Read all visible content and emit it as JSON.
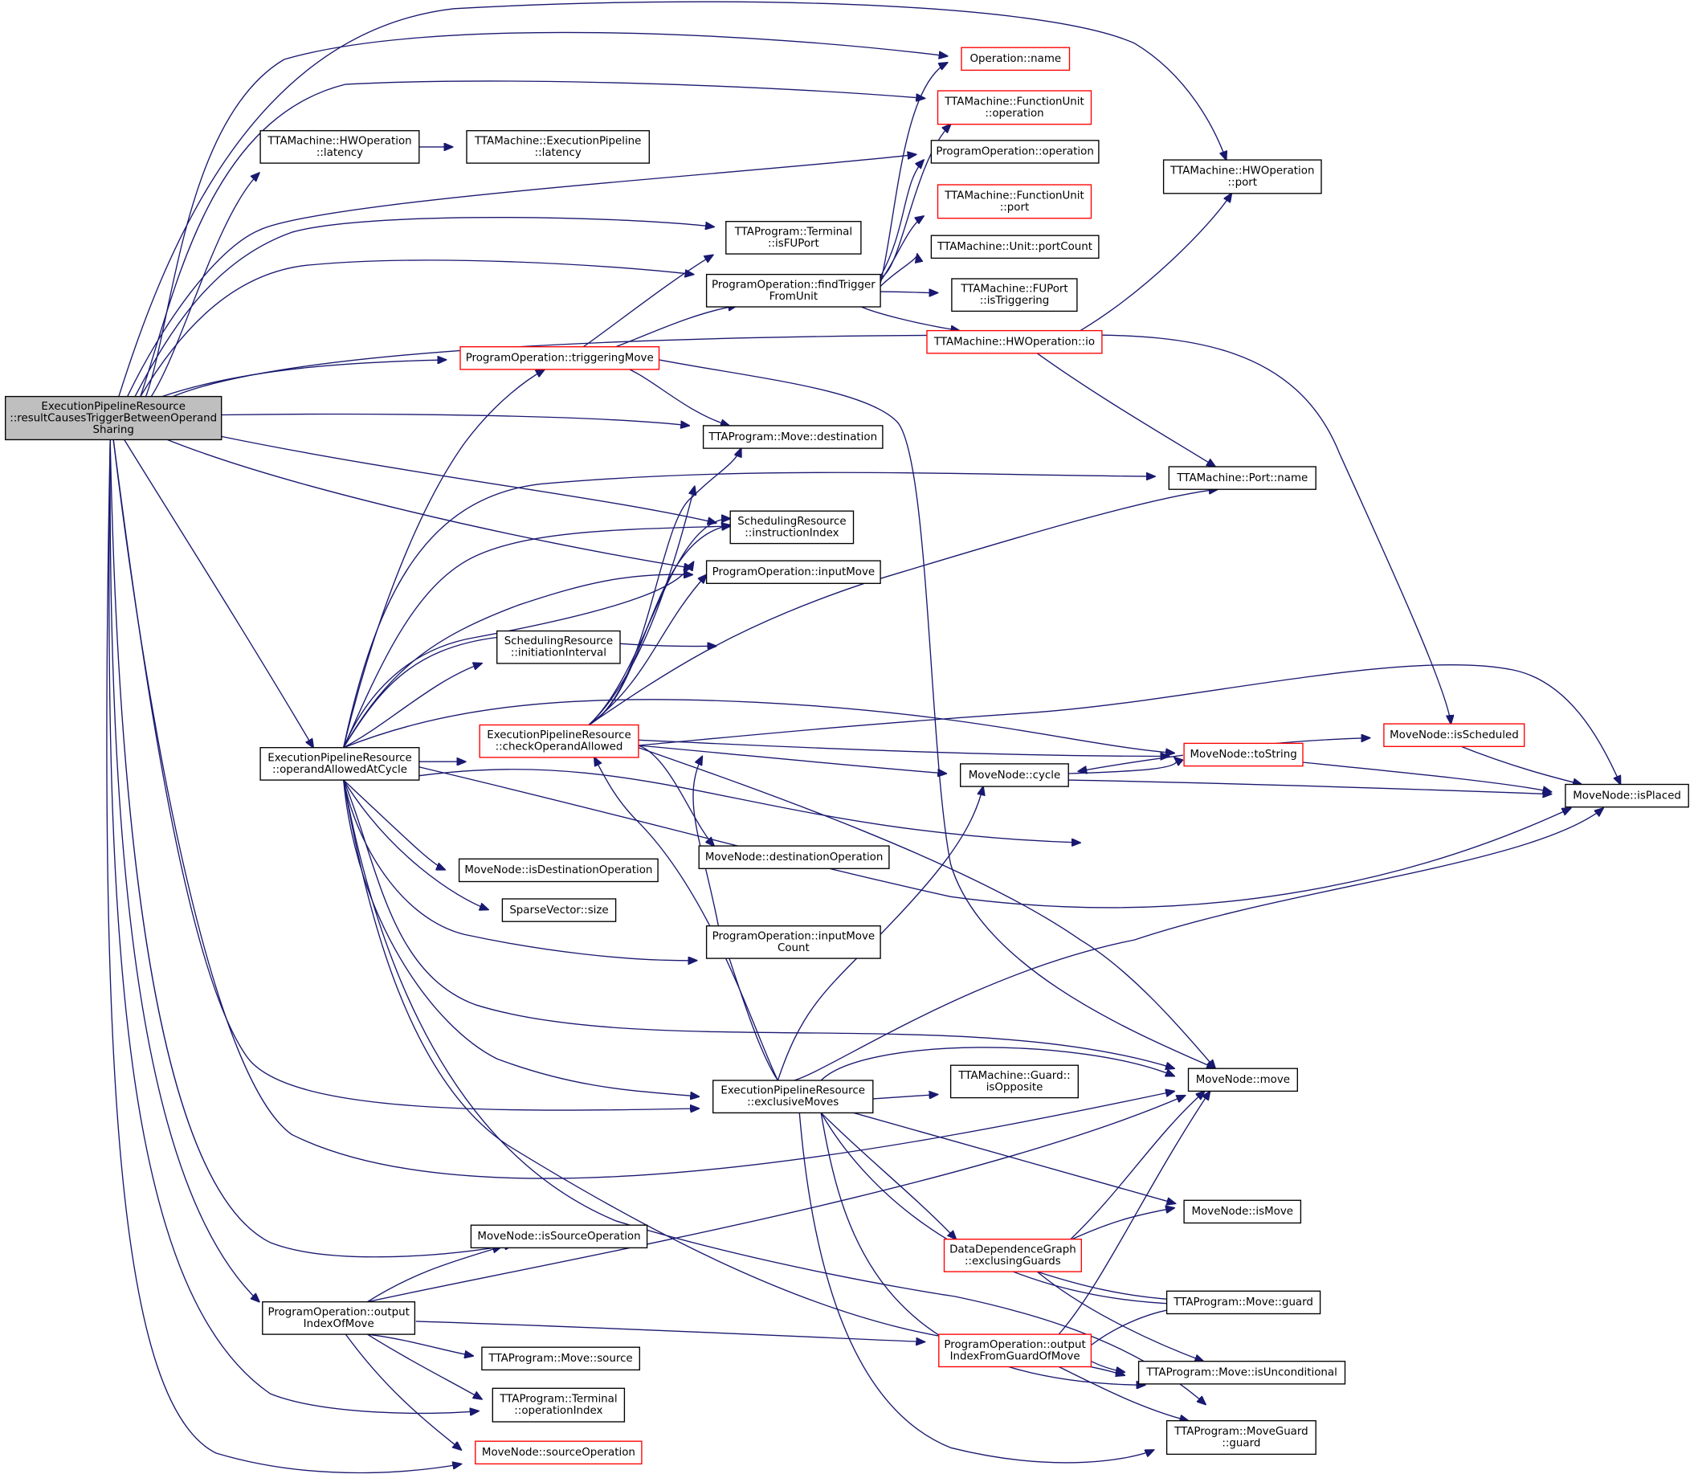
{
  "diagram": {
    "type": "call-graph",
    "colors": {
      "edge": "#191970",
      "node_border": "#000000",
      "truncated_border": "#ff0000",
      "root_fill": "#bfbfbf",
      "background": "#ffffff"
    },
    "nodes": [
      {
        "id": "root",
        "lines": [
          "ExecutionPipelineResource",
          "::resultCausesTriggerBetweenOperand",
          "Sharing"
        ],
        "kind": "root"
      },
      {
        "id": "op_name",
        "lines": [
          "Operation::name"
        ],
        "kind": "truncated"
      },
      {
        "id": "fu_operation",
        "lines": [
          "TTAMachine::FunctionUnit",
          "::operation"
        ],
        "kind": "truncated"
      },
      {
        "id": "hwop_latency",
        "lines": [
          "TTAMachine::HWOperation",
          "::latency"
        ],
        "kind": "normal"
      },
      {
        "id": "ep_latency",
        "lines": [
          "TTAMachine::ExecutionPipeline",
          "::latency"
        ],
        "kind": "normal"
      },
      {
        "id": "po_operation",
        "lines": [
          "ProgramOperation::operation"
        ],
        "kind": "normal"
      },
      {
        "id": "hwop_port",
        "lines": [
          "TTAMachine::HWOperation",
          "::port"
        ],
        "kind": "normal"
      },
      {
        "id": "fu_port",
        "lines": [
          "TTAMachine::FunctionUnit",
          "::port"
        ],
        "kind": "truncated"
      },
      {
        "id": "term_isfuport",
        "lines": [
          "TTAProgram::Terminal",
          "::isFUPort"
        ],
        "kind": "normal"
      },
      {
        "id": "unit_portcount",
        "lines": [
          "TTAMachine::Unit::portCount"
        ],
        "kind": "normal"
      },
      {
        "id": "po_findtrigger",
        "lines": [
          "ProgramOperation::findTrigger",
          "FromUnit"
        ],
        "kind": "normal"
      },
      {
        "id": "fuport_istrig",
        "lines": [
          "TTAMachine::FUPort",
          "::isTriggering"
        ],
        "kind": "normal"
      },
      {
        "id": "hwop_io",
        "lines": [
          "TTAMachine::HWOperation::io"
        ],
        "kind": "truncated"
      },
      {
        "id": "po_trigmove",
        "lines": [
          "ProgramOperation::triggeringMove"
        ],
        "kind": "truncated"
      },
      {
        "id": "move_dest",
        "lines": [
          "TTAProgram::Move::destination"
        ],
        "kind": "normal"
      },
      {
        "id": "port_name",
        "lines": [
          "TTAMachine::Port::name"
        ],
        "kind": "normal"
      },
      {
        "id": "sr_instrindex",
        "lines": [
          "SchedulingResource",
          "::instructionIndex"
        ],
        "kind": "normal"
      },
      {
        "id": "po_inputmove",
        "lines": [
          "ProgramOperation::inputMove"
        ],
        "kind": "normal"
      },
      {
        "id": "sr_initinterval",
        "lines": [
          "SchedulingResource",
          "::initiationInterval"
        ],
        "kind": "normal"
      },
      {
        "id": "epr_checkop",
        "lines": [
          "ExecutionPipelineResource",
          "::checkOperandAllowed"
        ],
        "kind": "truncated"
      },
      {
        "id": "mn_isscheduled",
        "lines": [
          "MoveNode::isScheduled"
        ],
        "kind": "truncated"
      },
      {
        "id": "epr_opallowed",
        "lines": [
          "ExecutionPipelineResource",
          "::operandAllowedAtCycle"
        ],
        "kind": "normal"
      },
      {
        "id": "mn_tostring",
        "lines": [
          "MoveNode::toString"
        ],
        "kind": "truncated"
      },
      {
        "id": "mn_cycle",
        "lines": [
          "MoveNode::cycle"
        ],
        "kind": "normal"
      },
      {
        "id": "mn_isplaced",
        "lines": [
          "MoveNode::isPlaced"
        ],
        "kind": "normal"
      },
      {
        "id": "mn_isdestop",
        "lines": [
          "MoveNode::isDestinationOperation"
        ],
        "kind": "normal"
      },
      {
        "id": "mn_destop",
        "lines": [
          "MoveNode::destinationOperation"
        ],
        "kind": "normal"
      },
      {
        "id": "sv_size",
        "lines": [
          "SparseVector::size"
        ],
        "kind": "normal"
      },
      {
        "id": "po_inputmovecount",
        "lines": [
          "ProgramOperation::inputMove",
          "Count"
        ],
        "kind": "normal"
      },
      {
        "id": "mn_move",
        "lines": [
          "MoveNode::move"
        ],
        "kind": "normal"
      },
      {
        "id": "epr_exclusive",
        "lines": [
          "ExecutionPipelineResource",
          "::exclusiveMoves"
        ],
        "kind": "normal"
      },
      {
        "id": "guard_isopp",
        "lines": [
          "TTAMachine::Guard::",
          "isOpposite"
        ],
        "kind": "normal"
      },
      {
        "id": "mn_ismove",
        "lines": [
          "MoveNode::isMove"
        ],
        "kind": "normal"
      },
      {
        "id": "mn_issrcop",
        "lines": [
          "MoveNode::isSourceOperation"
        ],
        "kind": "normal"
      },
      {
        "id": "ddg_exguards",
        "lines": [
          "DataDependenceGraph",
          "::exclusingGuards"
        ],
        "kind": "truncated"
      },
      {
        "id": "move_guard",
        "lines": [
          "TTAProgram::Move::guard"
        ],
        "kind": "normal"
      },
      {
        "id": "po_outidx",
        "lines": [
          "ProgramOperation::output",
          "IndexOfMove"
        ],
        "kind": "normal"
      },
      {
        "id": "po_outidxguard",
        "lines": [
          "ProgramOperation::output",
          "IndexFromGuardOfMove"
        ],
        "kind": "truncated"
      },
      {
        "id": "move_isuncond",
        "lines": [
          "TTAProgram::Move::isUnconditional"
        ],
        "kind": "normal"
      },
      {
        "id": "move_source",
        "lines": [
          "TTAProgram::Move::source"
        ],
        "kind": "normal"
      },
      {
        "id": "term_opindex",
        "lines": [
          "TTAProgram::Terminal",
          "::operationIndex"
        ],
        "kind": "normal"
      },
      {
        "id": "mg_guard",
        "lines": [
          "TTAProgram::MoveGuard",
          "::guard"
        ],
        "kind": "normal"
      },
      {
        "id": "mn_srcop",
        "lines": [
          "MoveNode::sourceOperation"
        ],
        "kind": "truncated"
      }
    ]
  }
}
